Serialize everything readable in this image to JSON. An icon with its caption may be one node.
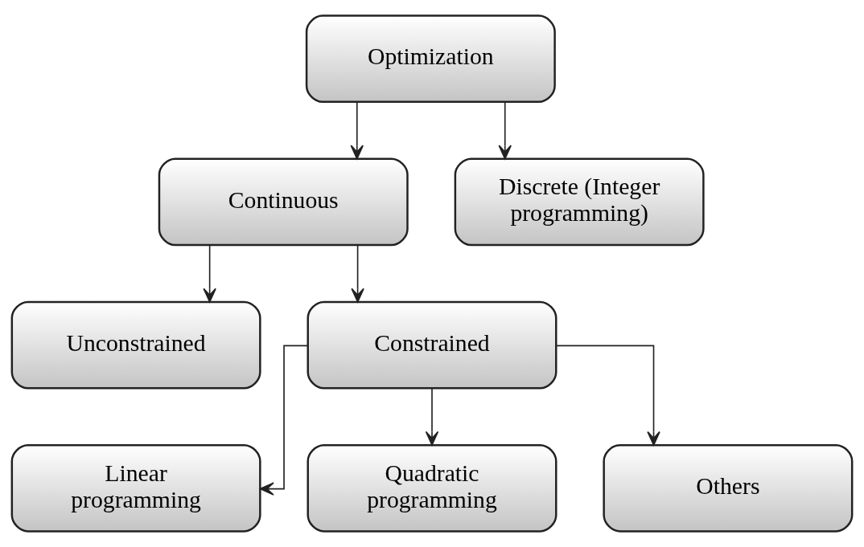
{
  "diagram": {
    "nodes": [
      {
        "text": [
          "Optimization"
        ]
      },
      {
        "text": [
          "Continuous"
        ]
      },
      {
        "text": [
          "Discrete (Integer programming)"
        ]
      },
      {
        "text": [
          "Unconstrained"
        ]
      },
      {
        "text": [
          "Constrained"
        ]
      },
      {
        "text": [
          "Linear programming"
        ]
      },
      {
        "text": [
          "Quadratic programming"
        ]
      },
      {
        "text": [
          "Others"
        ]
      }
    ],
    "edges": [
      {
        "from": 0,
        "to": 1,
        "arrow": "to"
      },
      {
        "from": 0,
        "to": 2,
        "arrow": "to"
      },
      {
        "from": 1,
        "to": 3,
        "arrow": "to"
      },
      {
        "from": 1,
        "to": 4,
        "arrow": "to"
      },
      {
        "from": 4,
        "to": 5,
        "arrow": "to"
      },
      {
        "from": 4,
        "to": 6,
        "arrow": "to"
      },
      {
        "from": 4,
        "to": 7,
        "arrow": "to"
      }
    ]
  }
}
